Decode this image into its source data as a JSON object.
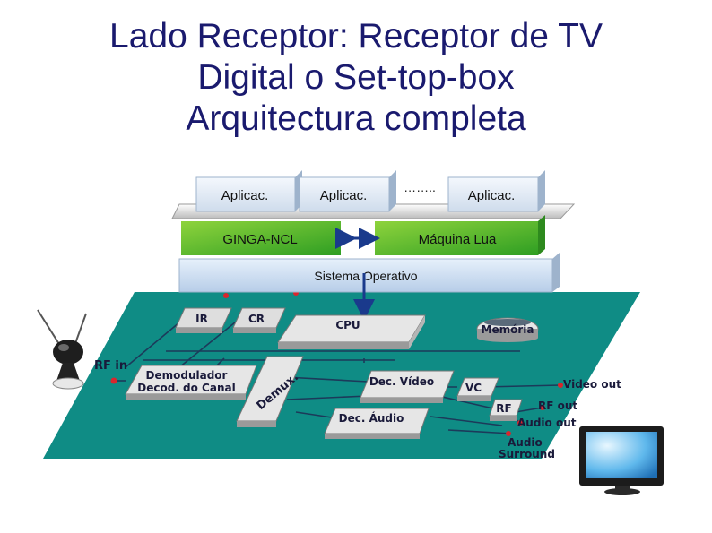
{
  "title": {
    "line1": "Lado Receptor: Receptor de TV",
    "line2": "Digital o Set-top-box",
    "line3": "Arquitectura completa"
  },
  "software": {
    "apps": [
      "Aplicac.",
      "Aplicac.",
      "Aplicac."
    ],
    "ellipsis": "……..",
    "ginga": "GINGA-NCL",
    "lua": "Máquina Lua",
    "os": "Sistema Operativo"
  },
  "hardware": {
    "ir": "IR",
    "cr": "CR",
    "cpu": "CPU",
    "memoria": "Memória",
    "rf_in": "RF in",
    "demod_line1": "Demodulador",
    "demod_line2": "Decod. do Canal",
    "demux": "Demux.",
    "dec_video": "Dec. Vídeo",
    "dec_audio": "Dec. Áudio",
    "vc": "VC",
    "rf": "RF",
    "video_out": "Video out",
    "rf_out": "RF out",
    "audio_out": "Audio out",
    "audio_surround_line1": "Audio",
    "audio_surround_line2": "Surround"
  },
  "colors": {
    "board": "#0f8c85",
    "app_layer": "#b9cde6",
    "green": "#4dbb2f",
    "title": "#1a1a6e"
  }
}
